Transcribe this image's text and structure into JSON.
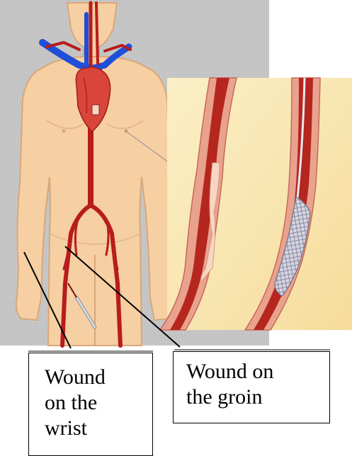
{
  "callouts": {
    "wrist": {
      "text": "Wound\non the\nwrist"
    },
    "groin": {
      "text": "Wound on\nthe groin"
    }
  },
  "colors": {
    "background_panel": "#c8c8c8",
    "skin": "#f6cfa3",
    "skin_outline": "#d9a77a",
    "artery": "#b81c1c",
    "vein": "#1f4fd8",
    "heart": "#d9453b",
    "vessel_wall": "#e9a28e",
    "vessel_lumen": "#b5261e",
    "plaque": "#f7d7c4",
    "stent": "#c9c9d6",
    "inset_bg": "#f9e9b6"
  },
  "icons": [
    "human-body",
    "heart-icon",
    "catheter-icon",
    "stent-icon"
  ]
}
